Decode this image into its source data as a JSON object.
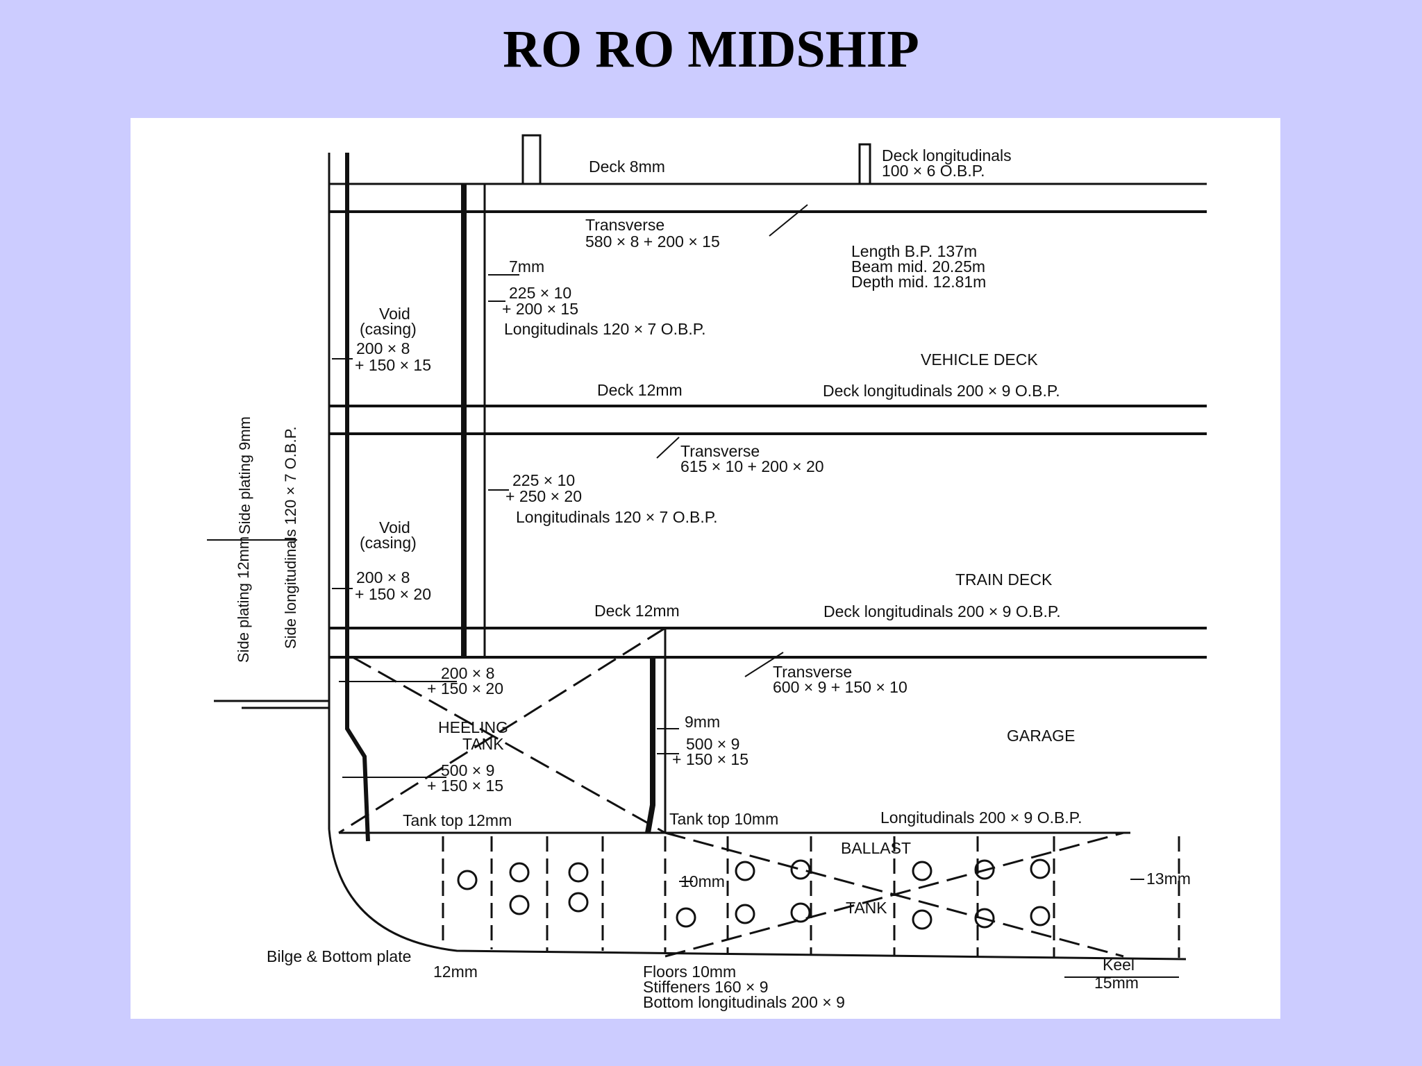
{
  "title": "RO RO MIDSHIP",
  "labels": {
    "upper_deck": "Deck 8mm",
    "deck_long_1": "Deck longitudinals",
    "deck_long_1b": "100 × 6 O.B.P.",
    "transverse_1": "Transverse",
    "transverse_1b": "580 × 8 + 200 × 15",
    "length": "Length  B.P. 137m",
    "beam": "Beam     mid. 20.25m",
    "depth": "Depth      mid. 12.81m",
    "plate_7mm": "7mm",
    "web_1": "225 × 10",
    "web_1b": "+ 200 × 15",
    "longs_1": "Longitudinals 120 × 7 O.B.P.",
    "void_1": "Void",
    "void_1b": "(casing)",
    "void_web_1": "200 × 8",
    "void_web_1b": "+ 150 × 15",
    "vehicle_deck": "VEHICLE DECK",
    "deck_12_a": "Deck 12mm",
    "deck_long_2": "Deck longitudinals 200 × 9  O.B.P.",
    "transverse_2": "Transverse",
    "transverse_2b": "615 × 10 + 200 × 20",
    "web_2": "225 × 10",
    "web_2b": "+ 250 × 20",
    "longs_2": "Longitudinals 120 × 7 O.B.P.",
    "void_2": "Void",
    "void_2b": "(casing)",
    "void_web_2": "200 × 8",
    "void_web_2b": "+ 150 × 20",
    "train_deck": "TRAIN DECK",
    "deck_12_b": "Deck 12mm",
    "deck_long_3": "Deck longitudinals 200 × 9  O.B.P.",
    "side_plating_12": "Side plating 12mm",
    "side_plating_9": "Side plating  9mm",
    "side_longs": "Side longitudinals 120 × 7 O.B.P.",
    "heel_web": "200 × 8",
    "heel_webb": "+ 150 × 20",
    "heeling_tank": "HEELING",
    "heeling_tankb": "TANK",
    "transverse_3": "Transverse",
    "transverse_3b": "600 × 9 + 150 × 10",
    "plate_9mm": "9mm",
    "web_3": "500 × 9",
    "web_3b": "+ 150 × 15",
    "garage": "GARAGE",
    "heel_web2": "500 × 9",
    "heel_web2b": "+ 150 × 15",
    "tank_top_12": "Tank top 12mm",
    "tank_top_10": "Tank top 10mm",
    "longs_3": "Longitudinals 200 × 9 O.B.P.",
    "ballast": "BALLAST",
    "tank": "TANK",
    "g10mm": "10mm",
    "g13mm": "13mm",
    "bilge": "Bilge & Bottom plate",
    "bilge_b": "12mm",
    "floors": "Floors  10mm",
    "stiffeners": "Stiffeners 160 × 9",
    "bottom_longs": "Bottom longitudinals 200 × 9",
    "keel": "Keel",
    "keel_b": "15mm"
  }
}
